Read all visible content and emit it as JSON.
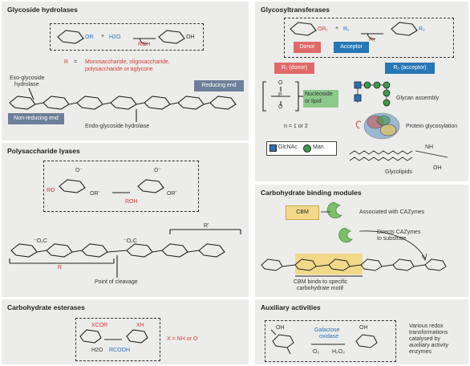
{
  "panels": {
    "glycoside_hydrolases": {
      "title": "Glycoside hydrolases",
      "or_label": "OR",
      "plus": "+",
      "water": "H2O",
      "roh": "ROH",
      "oh": "OH",
      "r_eq": "R",
      "equals": "=",
      "r_definition_1": "Monosaccharide, oligosaccharide,",
      "r_definition_2": "polysaccharide or aglycone",
      "exo_label_1": "Exo-glycoside",
      "exo_label_2": "hydrolase",
      "reducing_end": "Reducing end",
      "non_reducing_end": "Non-reducing end",
      "endo_label": "Endo-glycoside hydrolase"
    },
    "polysaccharide_lyases": {
      "title": "Polysaccharide lyases",
      "o_minus": "O⁻",
      "ro": "RO",
      "or_prime": "OR'",
      "roh": "ROH",
      "r_prime": "R'",
      "r": "R",
      "carboxylate": "⁻O₂C",
      "point_of_cleavage": "Point of cleavage"
    },
    "carbohydrate_esterases": {
      "title": "Carbohydrate esterases",
      "xcor": "XCOR",
      "xh": "XH",
      "water": "H2O",
      "rcooh": "RCOOH",
      "x_def": "X = NH or O"
    },
    "glycosyltransferases": {
      "title": "Glycosyltransferases",
      "or1": "OR₁",
      "plus": "+",
      "r2": "R₂",
      "r1": "R₁",
      "donor": "Donor",
      "acceptor": "Acceptor",
      "r1_donor": "R₁ (donor)",
      "r2_acceptor": "R₂ (acceptor)",
      "o": "O",
      "p": "P",
      "nucleoside_or_lipid": "Nucleoside or lipid",
      "n_def": "n = 1 or 2",
      "glycan_assembly": "Glycan assembly",
      "protein_glycosylation": "Protein glycosylation",
      "glcnac": "GlcNAc",
      "man": "Man",
      "glycolipids": "Glycolipids",
      "nh": "NH",
      "oh": "OH"
    },
    "carbohydrate_binding_modules": {
      "title": "Carbohydrate binding modules",
      "cbm": "CBM",
      "associated": "Associated with CAZymes",
      "directs_1": "Directs CAZymes",
      "directs_2": "to substrate",
      "binds_1": "CBM binds to specific",
      "binds_2": "carbohydrate motif"
    },
    "auxiliary_activities": {
      "title": "Auxiliary activities",
      "enzyme_1": "Galactose",
      "enzyme_2": "oxidase",
      "o2": "O₂",
      "h2o2": "H₂O₂",
      "oh": "OH",
      "various_1": "Various redox",
      "various_2": "transformations",
      "various_3": "catalysed by",
      "various_4": "auxiliary activity",
      "various_5": "enzymes"
    }
  },
  "colors": {
    "panel_bg": "#ececea",
    "donor_red": "#e06a6a",
    "acceptor_blue": "#2677b5",
    "slate_box": "#6f7f99",
    "nucleoside_green": "#8cc98c",
    "cbm_green": "#7bbf6a",
    "highlight_yellow": "#f2d98a",
    "glcnac_blue": "#2a6fb5",
    "man_green": "#3d9a4a",
    "label_red": "#d33b3b"
  }
}
